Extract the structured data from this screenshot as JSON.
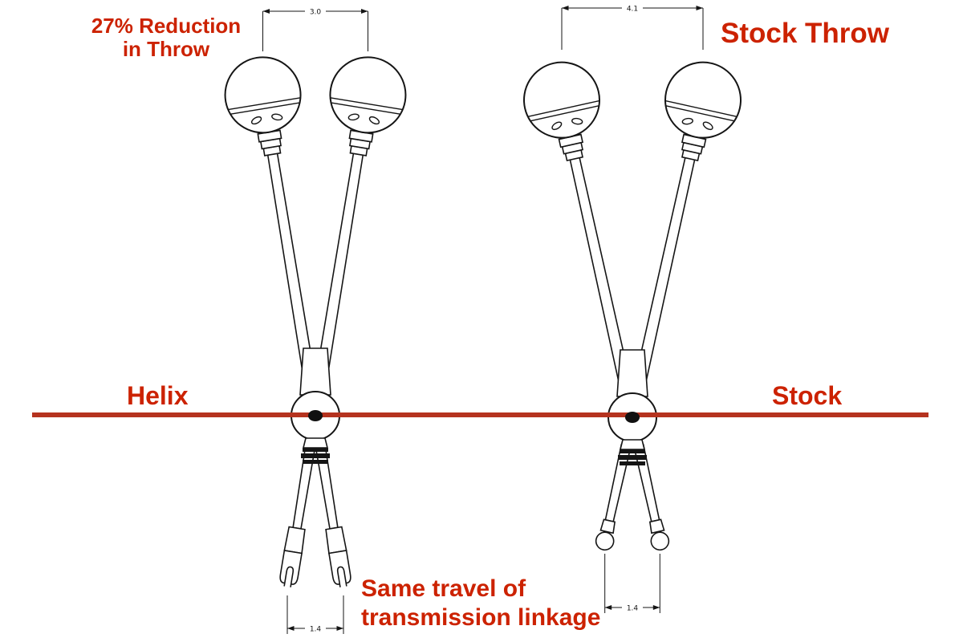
{
  "labels": {
    "reduction_line1": "27% Reduction",
    "reduction_line2": "in Throw",
    "stock_throw": "Stock Throw",
    "helix": "Helix",
    "stock": "Stock",
    "note_line1": "Same travel of",
    "note_line2": "transmission linkage"
  },
  "dims": {
    "helix_throw": "3.0",
    "stock_throw": "4.1",
    "helix_travel": "1.4",
    "stock_travel": "1.4"
  },
  "colors": {
    "label_red": "#cc2200",
    "line_red": "#b5331f",
    "ink": "#151515",
    "background": "#ffffff"
  }
}
